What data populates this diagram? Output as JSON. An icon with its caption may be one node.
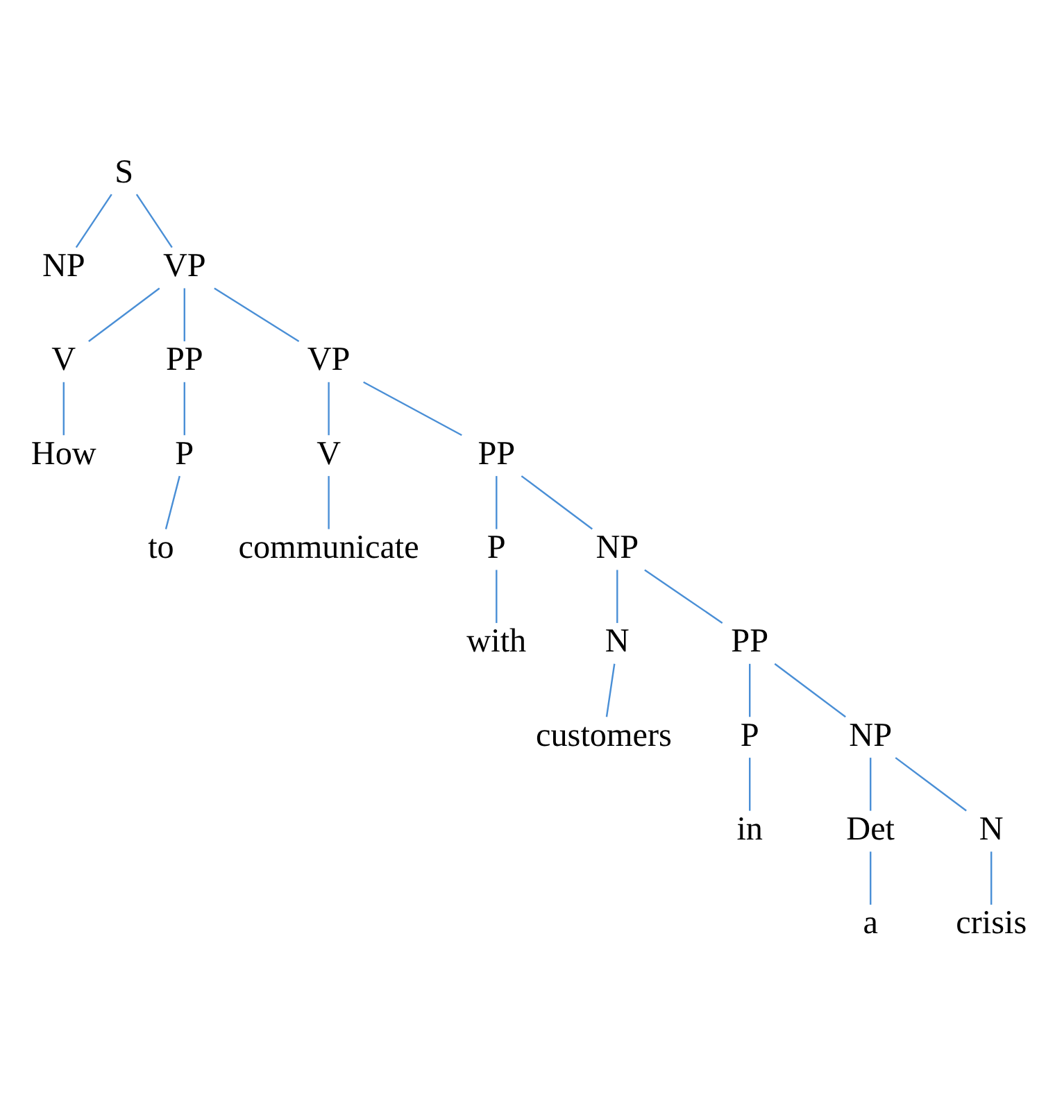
{
  "diagram": {
    "nodes": [
      {
        "text": [
          "S"
        ]
      },
      {
        "text": [
          "NP"
        ]
      },
      {
        "text": [
          "VP"
        ]
      },
      {
        "text": [
          "V"
        ]
      },
      {
        "text": [
          "PP"
        ]
      },
      {
        "text": [
          "VP"
        ]
      },
      {
        "text": [
          "How"
        ]
      },
      {
        "text": [
          "P"
        ]
      },
      {
        "text": [
          "V"
        ]
      },
      {
        "text": [
          "PP"
        ]
      },
      {
        "text": [
          "to"
        ]
      },
      {
        "text": [
          "communicate"
        ]
      },
      {
        "text": [
          "P"
        ]
      },
      {
        "text": [
          "NP"
        ]
      },
      {
        "text": [
          "with"
        ]
      },
      {
        "text": [
          "N"
        ]
      },
      {
        "text": [
          "PP"
        ]
      },
      {
        "text": [
          "customers"
        ]
      },
      {
        "text": [
          "P"
        ]
      },
      {
        "text": [
          "NP"
        ]
      },
      {
        "text": [
          "in"
        ]
      },
      {
        "text": [
          "Det"
        ]
      },
      {
        "text": [
          "N"
        ]
      },
      {
        "text": [
          "a"
        ]
      },
      {
        "text": [
          "crisis"
        ]
      }
    ],
    "edges": [
      {
        "from": 0,
        "to": 1,
        "arrow": "none"
      },
      {
        "from": 0,
        "to": 2,
        "arrow": "none"
      },
      {
        "from": 2,
        "to": 3,
        "arrow": "none"
      },
      {
        "from": 2,
        "to": 4,
        "arrow": "none"
      },
      {
        "from": 2,
        "to": 5,
        "arrow": "none"
      },
      {
        "from": 3,
        "to": 6,
        "arrow": "none"
      },
      {
        "from": 4,
        "to": 7,
        "arrow": "none"
      },
      {
        "from": 5,
        "to": 8,
        "arrow": "none"
      },
      {
        "from": 5,
        "to": 9,
        "arrow": "none"
      },
      {
        "from": 7,
        "to": 10,
        "arrow": "none"
      },
      {
        "from": 8,
        "to": 11,
        "arrow": "none"
      },
      {
        "from": 9,
        "to": 12,
        "arrow": "none"
      },
      {
        "from": 9,
        "to": 13,
        "arrow": "none"
      },
      {
        "from": 12,
        "to": 14,
        "arrow": "none"
      },
      {
        "from": 13,
        "to": 15,
        "arrow": "none"
      },
      {
        "from": 13,
        "to": 16,
        "arrow": "none"
      },
      {
        "from": 15,
        "to": 17,
        "arrow": "none"
      },
      {
        "from": 16,
        "to": 18,
        "arrow": "none"
      },
      {
        "from": 16,
        "to": 19,
        "arrow": "none"
      },
      {
        "from": 18,
        "to": 20,
        "arrow": "none"
      },
      {
        "from": 19,
        "to": 21,
        "arrow": "none"
      },
      {
        "from": 19,
        "to": 22,
        "arrow": "none"
      },
      {
        "from": 21,
        "to": 23,
        "arrow": "none"
      },
      {
        "from": 22,
        "to": 24,
        "arrow": "none"
      }
    ]
  }
}
